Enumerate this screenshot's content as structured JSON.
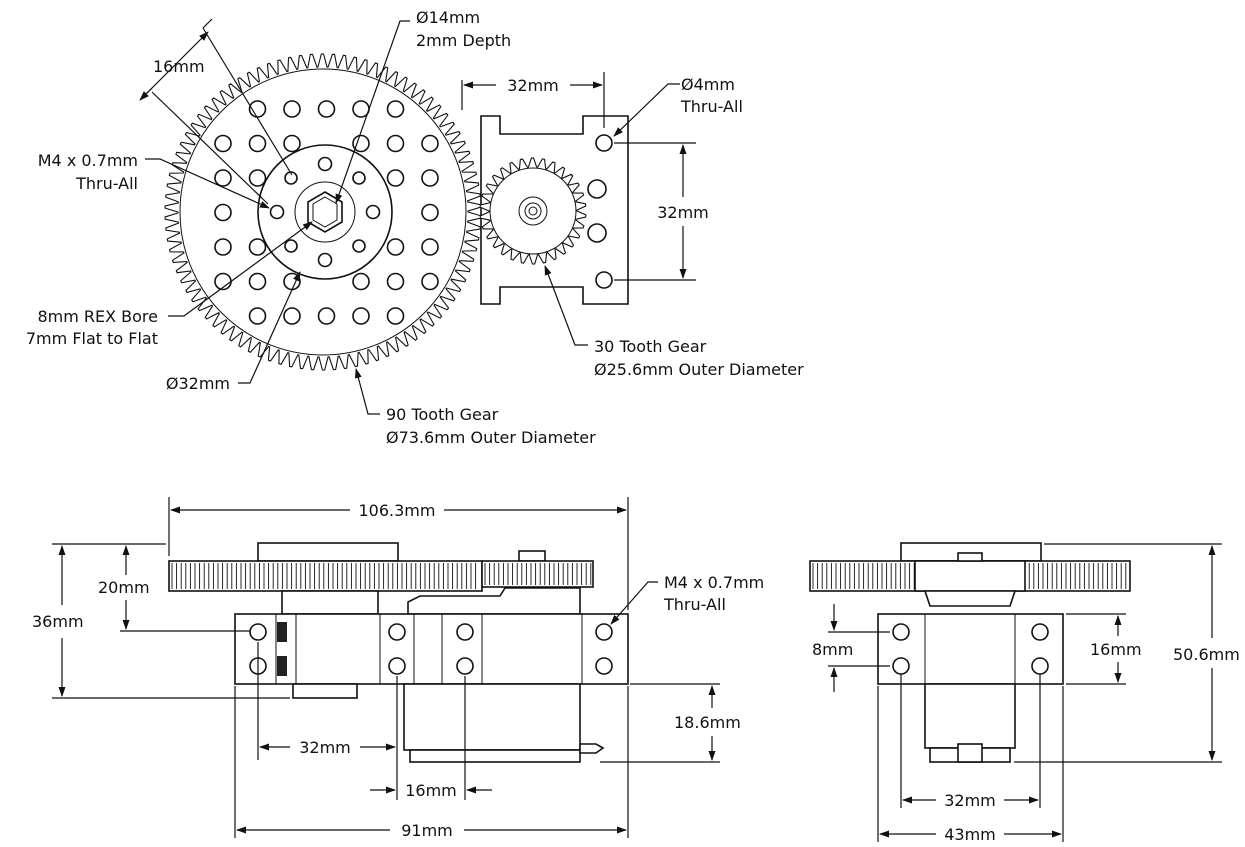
{
  "callouts": {
    "hub_bore": [
      "Ø14mm",
      "2mm Depth"
    ],
    "hub_width": "16mm",
    "hub_screw": [
      "M4 x 0.7mm",
      "Thru-All"
    ],
    "rex_bore": [
      "8mm REX Bore",
      "7mm Flat to Flat"
    ],
    "hub_diameter": "Ø32mm",
    "big_gear": [
      "90 Tooth Gear",
      "Ø73.6mm Outer Diameter"
    ],
    "small_gear": [
      "30 Tooth Gear",
      "Ø25.6mm Outer Diameter"
    ],
    "bracket_width": "32mm",
    "bracket_hole": [
      "Ø4mm",
      "Thru-All"
    ],
    "bracket_spacing": "32mm"
  },
  "front_view": {
    "overall_width": "106.3mm",
    "gear_drop": "20mm",
    "total_height": "36mm",
    "side_screw": [
      "M4 x 0.7mm",
      "Thru-All"
    ],
    "hole_spacing": "32mm",
    "servo_drop": "18.6mm",
    "center_spacing": "16mm",
    "base_width": "91mm"
  },
  "side_view": {
    "hole_vertical": "8mm",
    "hole_spacing_v": "16mm",
    "total_height": "50.6mm",
    "hole_spacing_h": "32mm",
    "body_width": "43mm"
  }
}
